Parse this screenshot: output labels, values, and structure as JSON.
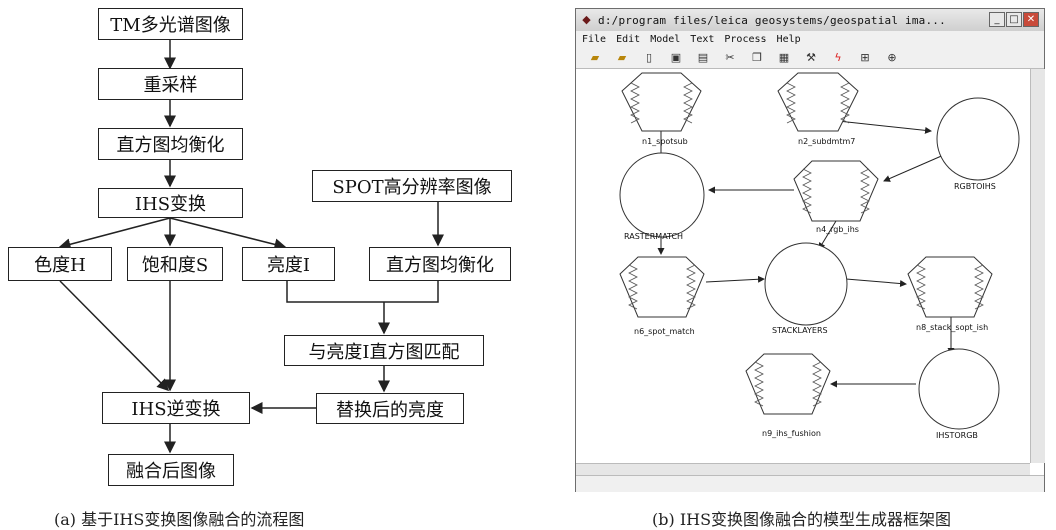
{
  "flowchart": {
    "nodes": {
      "tm_image": "TM多光谱图像",
      "resample": "重采样",
      "hist_eq_1": "直方图均衡化",
      "ihs_transform": "IHS变换",
      "spot_image": "SPOT高分辨率图像",
      "hue": "色度H",
      "saturation": "饱和度S",
      "intensity": "亮度I",
      "hist_eq_2": "直方图均衡化",
      "hist_match": "与亮度I直方图匹配",
      "replaced_intensity": "替换后的亮度",
      "inverse_ihs": "IHS逆变换",
      "fused_image": "融合后图像"
    },
    "caption": "(a) 基于IHS变换图像融合的流程图"
  },
  "window": {
    "title": "d:/program files/leica geosystems/geospatial ima...",
    "menu": [
      "File",
      "Edit",
      "Model",
      "Text",
      "Process",
      "Help"
    ],
    "toolbar_icons": [
      "open-folder-icon",
      "folder-icon",
      "new-file-icon",
      "save-icon",
      "print-icon",
      "cut-icon",
      "copy-icon",
      "paste-icon",
      "hammer-icon",
      "lightning-icon",
      "fit-icon",
      "zoom-icon"
    ],
    "nodes": {
      "n1": "n1_spotsub",
      "n2": "n2_subdmtm7",
      "rgbtoihs": "RGBTOIHS",
      "rastermatch": "RASTERMATCH",
      "n4": "n4_rgb_ihs",
      "n6": "n6_spot_match",
      "stacklayers": "STACKLAYERS",
      "n8": "n8_stack_sopt_ish",
      "ihstorgb": "IHSTORGB",
      "n9": "n9_ihs_fushion"
    },
    "caption": "(b) IHS变换图像融合的模型生成器框架图"
  }
}
